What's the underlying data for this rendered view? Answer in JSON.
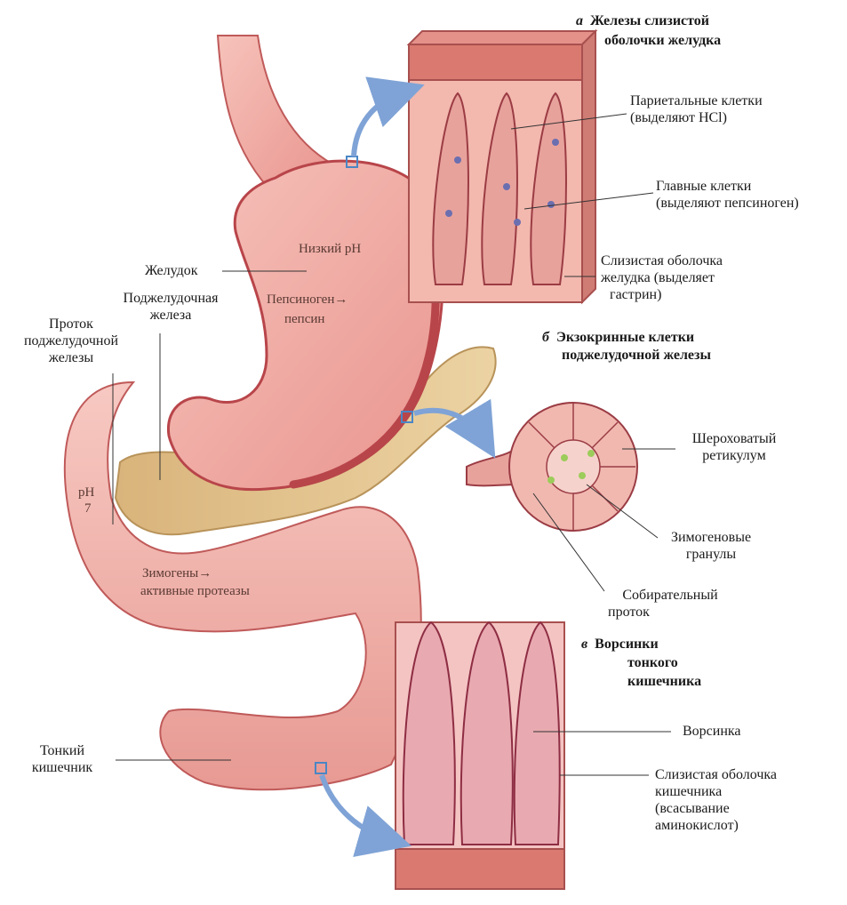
{
  "sections": {
    "a": {
      "letter": "а",
      "title_1": "Железы слизистой",
      "title_2": "оболочки желудка"
    },
    "b": {
      "letter": "б",
      "title_1": "Экзокринные клетки",
      "title_2": "поджелудочной железы"
    },
    "c": {
      "letter": "в",
      "title_1": "Ворсинки",
      "title_2": "тонкого",
      "title_3": "кишечника"
    }
  },
  "labels": {
    "parietal": {
      "line1": "Париетальные клетки",
      "line2": "(выделяют HCl)"
    },
    "chief": {
      "line1": "Главные клетки",
      "line2": "(выделяют пепсиноген)"
    },
    "gastric_mucosa": {
      "line1": "Слизистая оболочка",
      "line2": "желудка (выделяет",
      "line3": "гастрин)"
    },
    "stomach": "Желудок",
    "pancreas": {
      "line1": "Поджелудочная",
      "line2": "железа"
    },
    "pancreatic_duct": {
      "line1": "Проток",
      "line2": "поджелудочной",
      "line3": "железы"
    },
    "rough_er": {
      "line1": "Шероховатый",
      "line2": "ретикулум"
    },
    "zymogen_granules": {
      "line1": "Зимогеновые",
      "line2": "гранулы"
    },
    "collecting_duct": {
      "line1": "Собирательный",
      "line2": "проток"
    },
    "villus": "Ворсинка",
    "intestinal_mucosa": {
      "line1": "Слизистая оболочка",
      "line2": "кишечника",
      "line3": "(всасывание",
      "line4": "аминокислот)"
    },
    "small_intestine": {
      "line1": "Тонкий",
      "line2": "кишечник"
    }
  },
  "inner_text": {
    "low_ph": "Низкий pH",
    "pepsinogen": "Пепсиноген→",
    "pepsin": "пепсин",
    "ph": "pH",
    "ph_value": "7",
    "zymogens": "Зимогены→",
    "proteases": "активные протеазы"
  },
  "colors": {
    "tissue": "#e8938c",
    "tissue_dark": "#b8454a",
    "pancreas": "#dfc08a",
    "arrow": "#7fa3d6",
    "leader": "#333333"
  }
}
